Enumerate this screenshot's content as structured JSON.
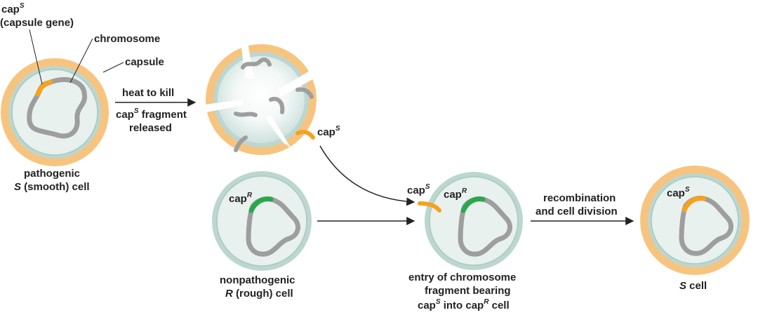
{
  "colors": {
    "capsule": "#f7c47f",
    "membrane_outer": "#bcd6d0",
    "membrane_inner": "#e6f1ee",
    "cytoplasm": "#e9f1ef",
    "chromosome": "#9e9e9e",
    "capS_gene": "#f5a21e",
    "capR_gene": "#29a84a",
    "text": "#222222",
    "arrow": "#222222"
  },
  "labels": {
    "capS_top_main": "cap",
    "capS_top_sup": "S",
    "capsule_gene": "(capsule gene)",
    "chromosome": "chromosome",
    "capsule": "capsule",
    "pathogenic": "pathogenic",
    "s_smooth_letter": "S",
    "s_smooth_rest": " (smooth) cell",
    "heat_to_kill": "heat to kill",
    "fragment_cap": "cap",
    "fragment_sup": "S",
    "fragment_rest": " fragment",
    "released": "released",
    "killed_capS_main": "cap",
    "killed_capS_sup": "S",
    "rcell_capR_main": "cap",
    "rcell_capR_sup": "R",
    "nonpathogenic": "nonpathogenic",
    "r_rough_letter": "R",
    "r_rough_rest": " (rough) cell",
    "entry_capS_main": "cap",
    "entry_capS_sup": "S",
    "entry_capR_main": "cap",
    "entry_capR_sup": "R",
    "entry_line1": "entry of chromosome",
    "entry_line2": "fragment bearing",
    "entry_line3_cap1": "cap",
    "entry_line3_sup1": "S",
    "entry_line3_mid": " into cap",
    "entry_line3_sup2": "R",
    "entry_line3_end": " cell",
    "recombination": "recombination",
    "cell_division": "and cell division",
    "final_capS_main": "cap",
    "final_capS_sup": "S",
    "s_cell_letter": "S",
    "s_cell_rest": " cell"
  }
}
